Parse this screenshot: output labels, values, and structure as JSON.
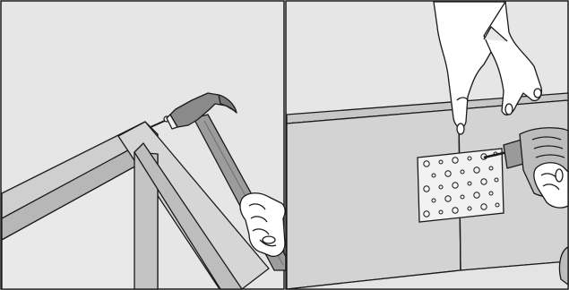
{
  "panels": [
    {
      "name": "left-panel",
      "scene": "hammering-nail-into-frame-corner"
    },
    {
      "name": "right-panel",
      "scene": "screwing-mending-plate-across-joint"
    }
  ],
  "colors": {
    "background": "#e6e6e6",
    "outline": "#1a1a1a",
    "wood_light": "#d2d2d2",
    "wood_mid": "#bdbdbd",
    "wood_dark": "#a8a8a8",
    "metal": "#f2f2f2",
    "hammer_head": "#8a8a8a",
    "handle": "#9a9a9a",
    "skin": "#ffffff",
    "drill": "#bcbcbc"
  }
}
